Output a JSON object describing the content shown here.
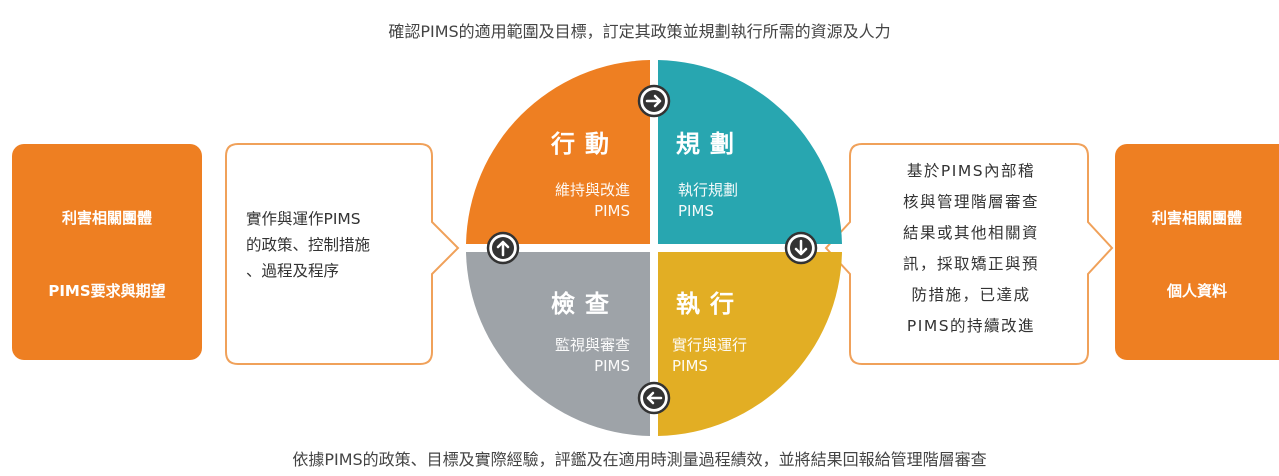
{
  "captions": {
    "top": "確認PIMS的適用範圍及目標，訂定其政策並規劃執行所需的資源及人力",
    "bottom": "依據PIMS的政策、目標及實際經驗，評鑑及在適用時測量過程績效，並將結果回報給管理階層審查"
  },
  "left_box": {
    "line1": "利害相關團體",
    "line2": "PIMS要求與期望"
  },
  "right_box": {
    "line1": "利害相關團體",
    "line2": "個人資料"
  },
  "left_callout": {
    "lines": [
      "實作與運作PIMS",
      "的政策、控制措施",
      "、過程及程序"
    ]
  },
  "right_callout": {
    "lines": [
      "基於PIMS內部稽",
      "核與管理階層審查",
      "結果或其他相關資",
      "訊，採取矯正與預",
      "防措施，已達成",
      "PIMS的持續改進"
    ]
  },
  "quadrants": {
    "act": {
      "title": "行動",
      "sub1": "維持與改進",
      "sub2": "PIMS",
      "color": "#ee7f22"
    },
    "plan": {
      "title": "規劃",
      "sub1": "執行規劃",
      "sub2": "PIMS",
      "color": "#28a6b0"
    },
    "check": {
      "title": "檢查",
      "sub1": "監視與審查",
      "sub2": "PIMS",
      "color": "#9ea3a8"
    },
    "do": {
      "title": "執行",
      "sub1": "實行與運行",
      "sub2": "PIMS",
      "color": "#e2ae24"
    }
  },
  "arrows": [
    "right-arrow-icon",
    "down-arrow-icon",
    "left-arrow-icon",
    "up-arrow-icon"
  ]
}
